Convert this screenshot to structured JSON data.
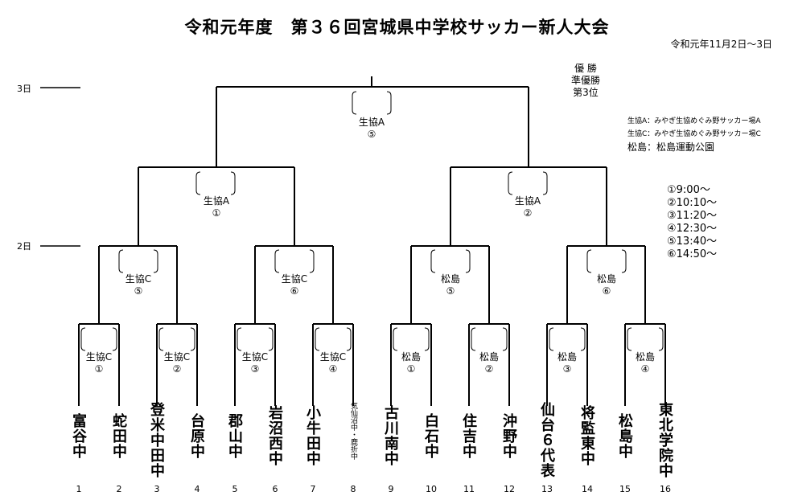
{
  "header": {
    "title": "令和元年度　第３６回宮城県中学校サッカー新人大会",
    "date": "令和元年11月2日～3日"
  },
  "days": {
    "day3": "3日",
    "day2": "2日"
  },
  "results": [
    "優 勝",
    "準優勝",
    "第3位"
  ],
  "venues": [
    "生協A：みやぎ生協めぐみ野サッカー場A",
    "生協C：みやぎ生協めぐみ野サッカー場C",
    "松島：松島運動公園"
  ],
  "times": [
    "①9:00～",
    "②10:10～",
    "③11:20～",
    "④12:30～",
    "⑤13:40～",
    "⑥14:50～"
  ],
  "matches": {
    "r1": [
      {
        "venue": "生協C",
        "no": "①"
      },
      {
        "venue": "生協C",
        "no": "②"
      },
      {
        "venue": "生協C",
        "no": "③"
      },
      {
        "venue": "生協C",
        "no": "④"
      },
      {
        "venue": "松島",
        "no": "①"
      },
      {
        "venue": "松島",
        "no": "②"
      },
      {
        "venue": "松島",
        "no": "③"
      },
      {
        "venue": "松島",
        "no": "④"
      }
    ],
    "r2": [
      {
        "venue": "生協C",
        "no": "⑤"
      },
      {
        "venue": "生協C",
        "no": "⑥"
      },
      {
        "venue": "松島",
        "no": "⑤"
      },
      {
        "venue": "松島",
        "no": "⑥"
      }
    ],
    "sf": [
      {
        "venue": "生協A",
        "no": "①"
      },
      {
        "venue": "生協A",
        "no": "②"
      }
    ],
    "final": {
      "venue": "生協A",
      "no": "⑤"
    }
  },
  "teams": [
    {
      "name": "富谷中",
      "seed": "1"
    },
    {
      "name": "蛇田中",
      "seed": "2"
    },
    {
      "name": "登米中田中",
      "seed": "3"
    },
    {
      "name": "台原中",
      "seed": "4"
    },
    {
      "name": "郡山中",
      "seed": "5"
    },
    {
      "name": "岩沼西中",
      "seed": "6"
    },
    {
      "name": "小牛田中",
      "seed": "7"
    },
    {
      "name": "気仙沼中・鹿折中",
      "seed": "8"
    },
    {
      "name": "古川南中",
      "seed": "9"
    },
    {
      "name": "白石中",
      "seed": "10"
    },
    {
      "name": "住吉中",
      "seed": "11"
    },
    {
      "name": "沖野中",
      "seed": "12"
    },
    {
      "name": "仙台６代表",
      "seed": "13"
    },
    {
      "name": "将監東中",
      "seed": "14"
    },
    {
      "name": "松島中",
      "seed": "15"
    },
    {
      "name": "東北学院中",
      "seed": "16"
    }
  ]
}
